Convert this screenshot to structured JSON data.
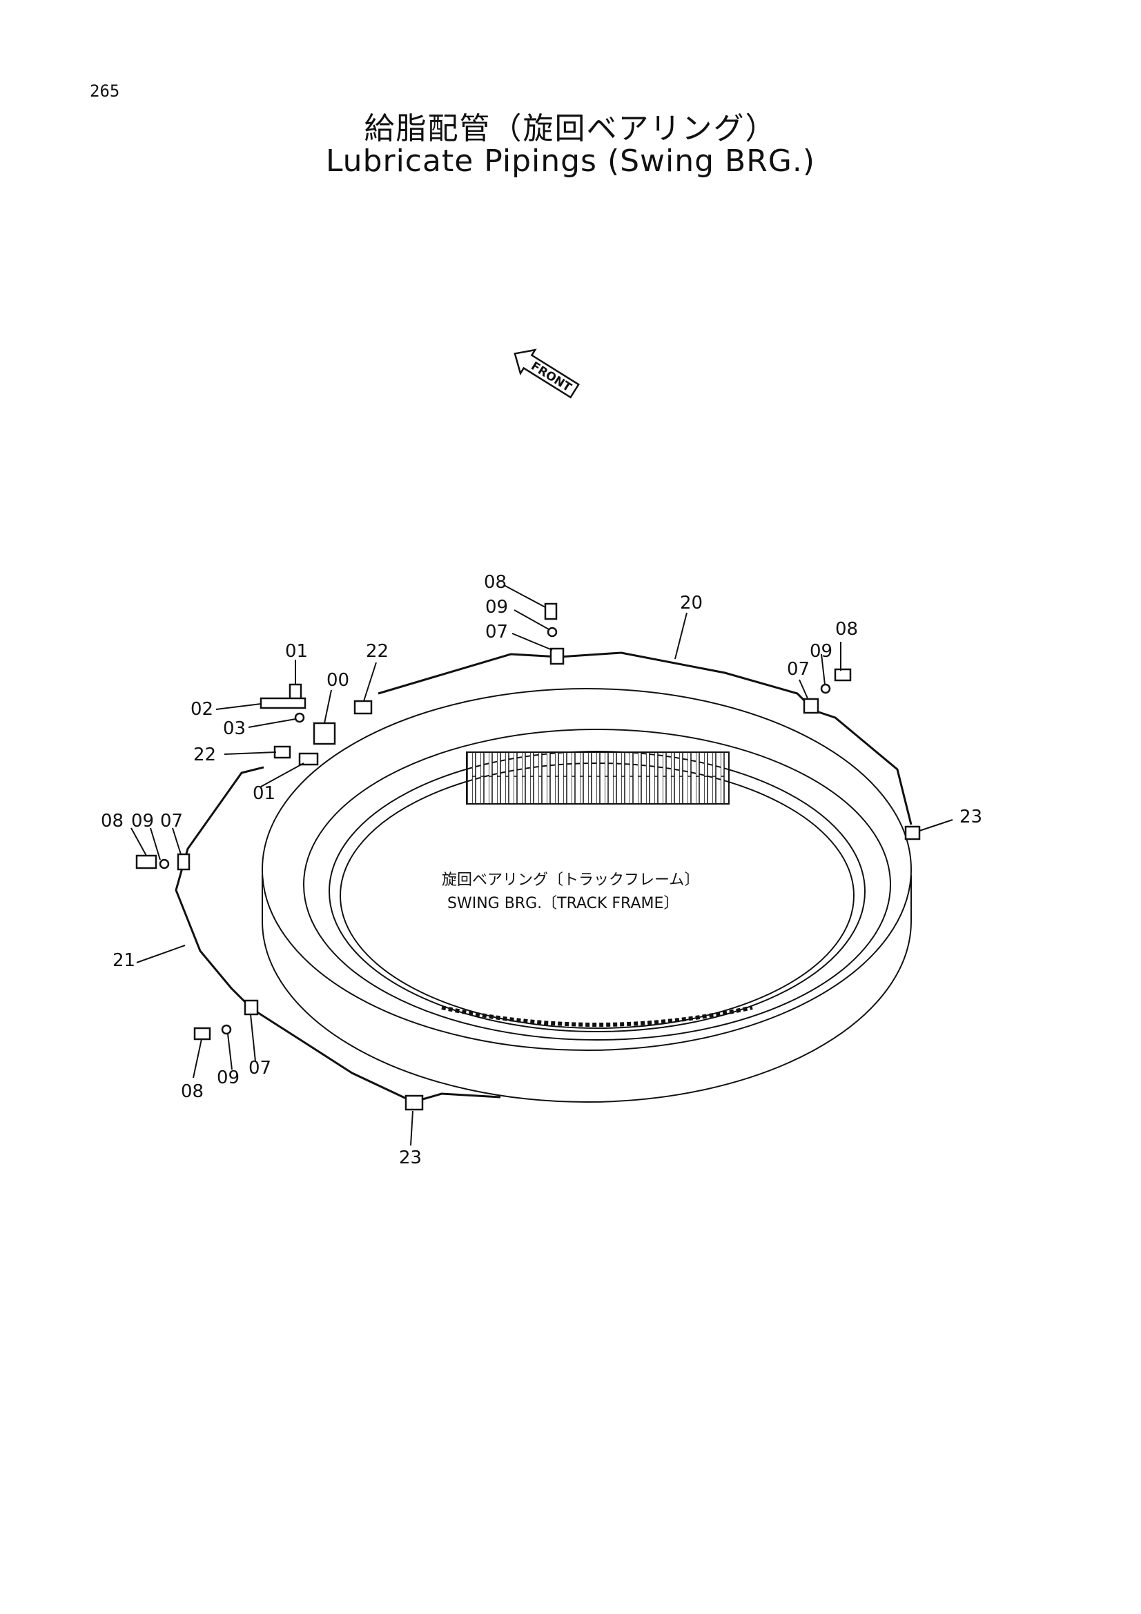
{
  "page": {
    "number": "265"
  },
  "title": {
    "japanese": "給脂配管（旋回ベアリング）",
    "english": "Lubricate Pipings (Swing BRG.)"
  },
  "front_arrow": {
    "label": "FRONT"
  },
  "center_label": {
    "japanese": "旋回ベアリング〔トラックフレーム〕",
    "english": "SWING BRG.〔TRACK FRAME〕"
  },
  "callouts": {
    "c08_top": "08",
    "c09_top": "09",
    "c07_top": "07",
    "c20": "20",
    "c08_tr": "08",
    "c09_tr": "09",
    "c07_tr": "07",
    "c01_top": "01",
    "c22_top": "22",
    "c00": "00",
    "c02": "02",
    "c03": "03",
    "c22_left": "22",
    "c01_low": "01",
    "c08_l": "08",
    "c09_l": "09",
    "c07_l": "07",
    "c23_r": "23",
    "c21": "21",
    "c08_bl": "08",
    "c09_bl": "09",
    "c07_bl": "07",
    "c23_b": "23"
  }
}
